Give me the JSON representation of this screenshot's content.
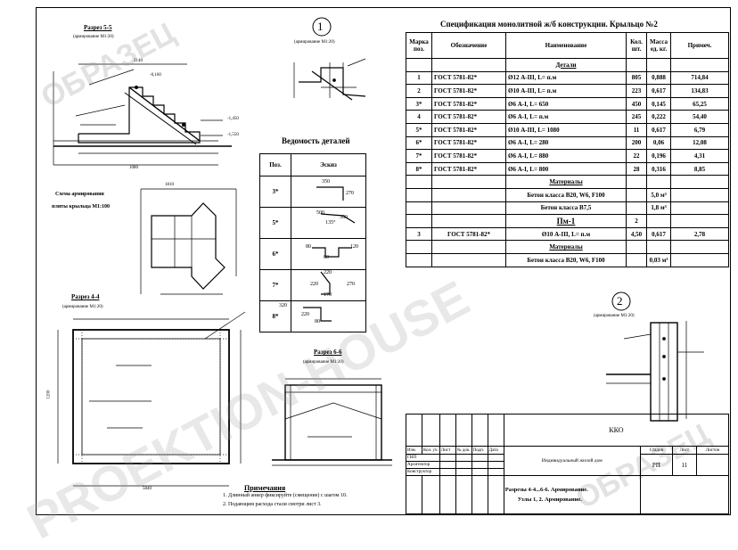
{
  "spec": {
    "title": "Спецификация монолитной ж/б конструкции. Крыльцо №2",
    "headers": [
      "Марка поз.",
      "Обозначение",
      "Наименование",
      "Кол. шт.",
      "Масса ед. кг.",
      "Примеч."
    ],
    "section_details": "Детали",
    "rows": [
      {
        "pos": "1",
        "doc": "ГОСТ 5781-82*",
        "name": "Ø12 А-III,   L= п.м",
        "qty": "805",
        "mass": "0,888",
        "note": "714,84"
      },
      {
        "pos": "2",
        "doc": "ГОСТ 5781-82*",
        "name": "Ø10 А-III,   L= п.м",
        "qty": "223",
        "mass": "0,617",
        "note": "134,83"
      },
      {
        "pos": "3*",
        "doc": "ГОСТ 5781-82*",
        "name": "Ø6 А-I,   L= 650",
        "qty": "450",
        "mass": "0,145",
        "note": "65,25"
      },
      {
        "pos": "4",
        "doc": "ГОСТ 5781-82*",
        "name": "Ø6 А-I,   L= п.м",
        "qty": "245",
        "mass": "0,222",
        "note": "54,40"
      },
      {
        "pos": "5*",
        "doc": "ГОСТ 5781-82*",
        "name": "Ø10 А-III,   L= 1080",
        "qty": "11",
        "mass": "0,617",
        "note": "6,79"
      },
      {
        "pos": "6*",
        "doc": "ГОСТ 5781-82*",
        "name": "Ø6 А-I,   L= 280",
        "qty": "200",
        "mass": "0,06",
        "note": "12,08"
      },
      {
        "pos": "7*",
        "doc": "ГОСТ 5781-82*",
        "name": "Ø6 А-I,   L= 880",
        "qty": "22",
        "mass": "0,196",
        "note": "4,31"
      },
      {
        "pos": "8*",
        "doc": "ГОСТ 5781-82*",
        "name": "Ø6 А-I,   L= 800",
        "qty": "28",
        "mass": "0,316",
        "note": "8,85"
      }
    ],
    "section_materials": "Материалы",
    "mat1": "Бетон класса В20, W6, F100",
    "mat1_value": "5,0 м³",
    "mat2": "Бетон класса В7,5",
    "mat2_value": "1,8 м³",
    "section_pm": "Пм-1",
    "pm_qty": "2",
    "pm_row": {
      "pos": "3",
      "doc": "ГОСТ 5781-82*",
      "name": "Ø10 А-III,   L= п.м",
      "qty": "4,50",
      "mass": "0,617",
      "note": "2,78"
    },
    "section_materials2": "Материалы",
    "mat3": "Бетон класса В20, W6, F100",
    "mat3_value": "0,03 м³"
  },
  "details": {
    "title": "Ведомость деталей",
    "col_pos": "Поз.",
    "col_sketch": "Эскиз",
    "rows": [
      {
        "pos": "3*",
        "dims": [
          "350",
          "270"
        ]
      },
      {
        "pos": "5*",
        "dims": [
          "500",
          "380",
          "135°"
        ]
      },
      {
        "pos": "6*",
        "dims": [
          "80",
          "120",
          "80"
        ]
      },
      {
        "pos": "7*",
        "dims": [
          "220",
          "220",
          "270",
          "170"
        ]
      },
      {
        "pos": "8*",
        "dims": [
          "320",
          "220",
          "80"
        ]
      }
    ]
  },
  "sections": {
    "s55": "Разрез 5-5",
    "s55_sub": "(армирование М1:20)",
    "node1": "1",
    "node1_sub": "(армирование М1:20)",
    "scheme_title": "Схема армирования",
    "scheme_sub": "плиты крыльца М1:100",
    "s44": "Разрез 4-4",
    "s44_sub": "(армирование М1:20)",
    "s66": "Разрез 6-6",
    "s66_sub": "(армирование М1:20)",
    "node2": "2",
    "node2_sub": "(армирование М1:20)"
  },
  "notes": {
    "title": "Примечания",
    "n1": "1. Длинный анкер фиксируйте (смещение) с шагом 10.",
    "n2": "2. Подающим расхода стали смотри лист 3."
  },
  "titleblock": {
    "code": "ККО",
    "col_izm": "Изм.",
    "col_kol": "Кол. уч.",
    "col_list": "Лист",
    "col_ndok": "№ док.",
    "col_podp": "Подп.",
    "col_data": "Дата",
    "gip": "ГИП",
    "arch": "Архитектор",
    "constr": "Конструктор",
    "project": "Индивидуальный жилой дом",
    "stage_h": "Стадия",
    "sheet_h": "Лист",
    "sheets_h": "Листов",
    "stage": "РП",
    "sheet": "11",
    "desc1": "Разрезы 4-4...6-6. Армирование.",
    "desc2": "Узлы 1, 2. Армирование."
  },
  "watermarks": [
    "ОБРАЗЕЦ",
    "PROEKTION-HOUSE",
    "ОБРАЗЕЦ"
  ],
  "dims": {
    "s55_top": "2140",
    "s55_bot": "1080",
    "sch_top": "1810",
    "s44_bot": "5840",
    "s44_side": "1200",
    "lvl1": "-1,450",
    "lvl2": "-1,550",
    "lvl3": "-0,160"
  }
}
